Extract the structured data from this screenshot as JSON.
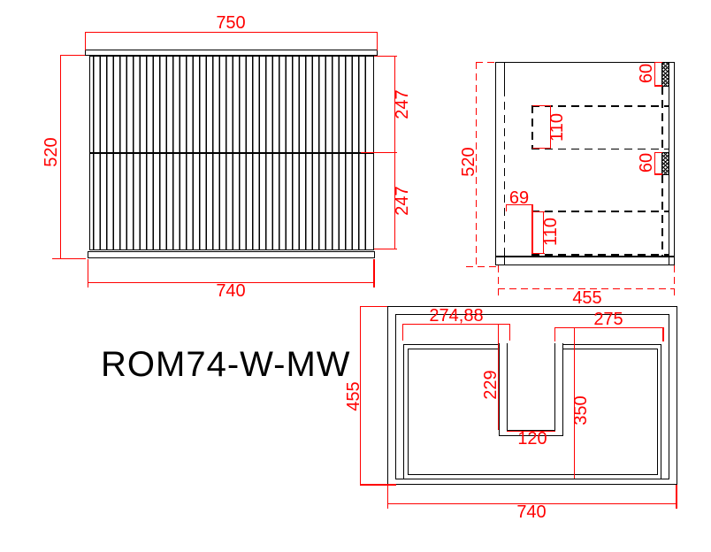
{
  "title": "ROM74-W-MW",
  "colors": {
    "dimension": "#ff0000",
    "line": "#000000",
    "background": "#ffffff"
  },
  "front_view": {
    "dims": {
      "counter_width": "750",
      "overall_height": "520",
      "upper_drawer_height": "247",
      "lower_drawer_height": "247",
      "cabinet_width": "740"
    }
  },
  "side_view": {
    "dims": {
      "overall_height": "520",
      "overall_depth": "455",
      "top_bracket": "60",
      "mid_bracket": "60",
      "upper_drawer_height": "110",
      "lower_drawer_height": "110",
      "drawer_front_offset": "69"
    }
  },
  "plan_view": {
    "dims": {
      "left_opening_width": "274,88",
      "right_opening_width": "275",
      "notch_depth": "229",
      "inner_depth": "350",
      "notch_width": "120",
      "overall_depth": "455",
      "overall_width": "740"
    }
  }
}
